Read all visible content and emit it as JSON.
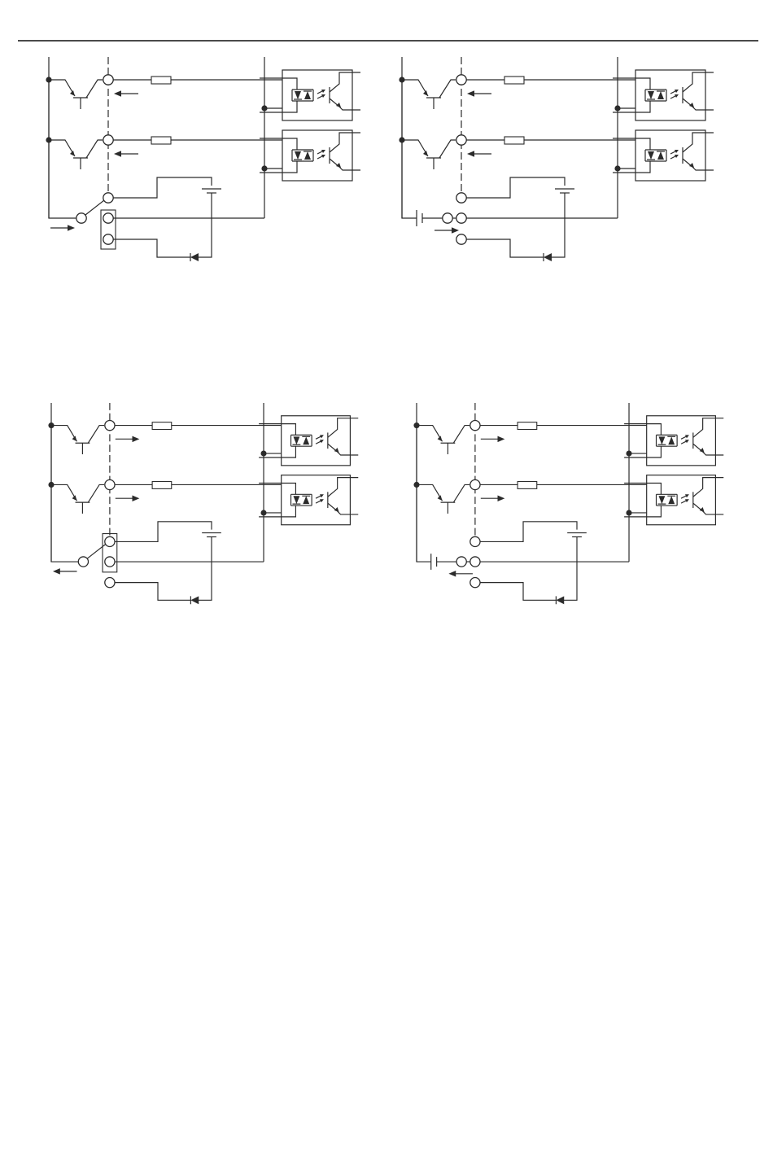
{
  "colors": {
    "ink": "#2b2b2b",
    "rule": "#4a4a4a",
    "background": "#ffffff"
  },
  "diagrams": [
    {
      "id": "top-left",
      "switch": "three-terminal-switch",
      "current": "in",
      "jumper": "short-lower"
    },
    {
      "id": "top-right",
      "switch": "external-supply",
      "current": "in",
      "jumper": "none"
    },
    {
      "id": "bottom-left",
      "switch": "three-terminal-switch",
      "current": "out",
      "jumper": "short-upper"
    },
    {
      "id": "bottom-right",
      "switch": "external-supply",
      "current": "out",
      "jumper": "none"
    }
  ]
}
